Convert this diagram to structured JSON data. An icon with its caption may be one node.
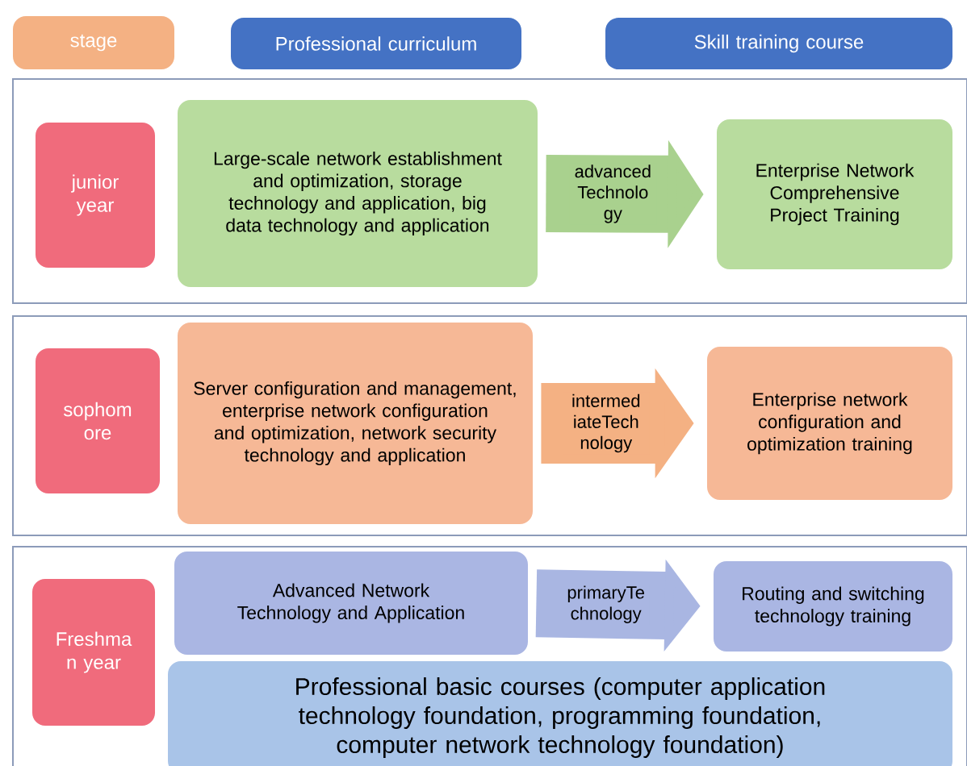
{
  "diagram": {
    "nodes": [
      {
        "text": [
          "stage"
        ]
      },
      {
        "text": [
          "Professional curriculum"
        ]
      },
      {
        "text": [
          "Skill training course"
        ]
      },
      {
        "text": [],
        "shape": "box"
      },
      {
        "text": [
          "junior year"
        ],
        "in": 3
      },
      {
        "text": [
          "Large-scale network establishment and optimization, storage technology and application, big data technology and application"
        ],
        "in": 3
      },
      {
        "text": [
          "Enterprise Network Comprehensive Project Training"
        ],
        "in": 3
      },
      {
        "text": [],
        "shape": "box"
      },
      {
        "text": [
          "sophom ore"
        ],
        "in": 7
      },
      {
        "text": [
          "Server configuration and management, enterprise network configuration and optimization, network security technology and application"
        ],
        "in": 7
      },
      {
        "text": [
          "Enterprise network configuration and optimization training"
        ],
        "in": 7
      },
      {
        "text": [],
        "shape": "box"
      },
      {
        "text": [
          "Freshma n year"
        ],
        "in": 11
      },
      {
        "text": [
          "Advanced Network Technology and Application"
        ],
        "in": 11
      },
      {
        "text": [
          "Routing and switching technology training"
        ],
        "in": 11
      },
      {
        "text": [
          "Professional basic courses (computer application technology foundation, programming foundation, computer network technology foundation)"
        ],
        "in": 11
      }
    ],
    "edges": [
      {
        "from": 5,
        "to": 6,
        "arrow": "to",
        "label": "advanced Technolo gy",
        "color": "#a9d18e"
      },
      {
        "from": 9,
        "to": 10,
        "arrow": "to",
        "label": "intermed iateTech nology",
        "color": "#f4b183"
      },
      {
        "from": 13,
        "to": 14,
        "arrow": "to",
        "label": "primaryTe chnology",
        "color": "#a9b6e2"
      }
    ]
  }
}
